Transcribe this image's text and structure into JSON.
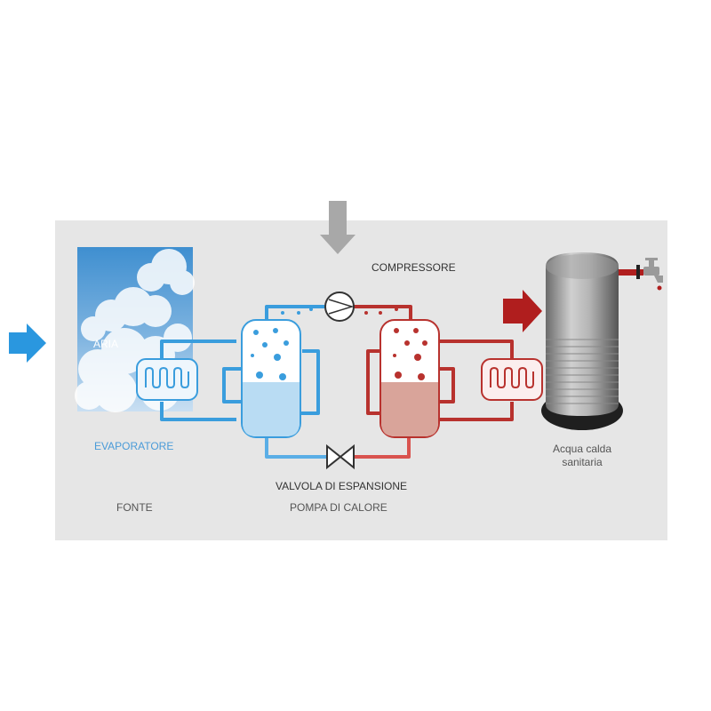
{
  "labels": {
    "compressor": "COMPRESSORE",
    "air": "ARIA",
    "evaporator": "EVAPORATORE",
    "expansion_valve": "VALVOLA DI ESPANSIONE",
    "source": "FONTE",
    "heat_pump": "POMPA DI CALORE",
    "hot_water_line1": "Acqua calda",
    "hot_water_line2": "sanitaria"
  },
  "colors": {
    "cold": "#3a9ddd",
    "hot": "#b8322e",
    "panel": "#e6e6e6",
    "input_arrow": "#2a97df",
    "output_arrow": "#b01e1e",
    "energy_arrow": "#a8a8a8"
  },
  "icons": [
    "input-arrow-icon",
    "energy-arrow-icon",
    "output-arrow-icon",
    "compressor-icon",
    "expansion-valve-icon",
    "evaporator-coil-icon",
    "condenser-coil-icon",
    "water-tank-icon",
    "faucet-icon",
    "cloud-sky-image"
  ]
}
